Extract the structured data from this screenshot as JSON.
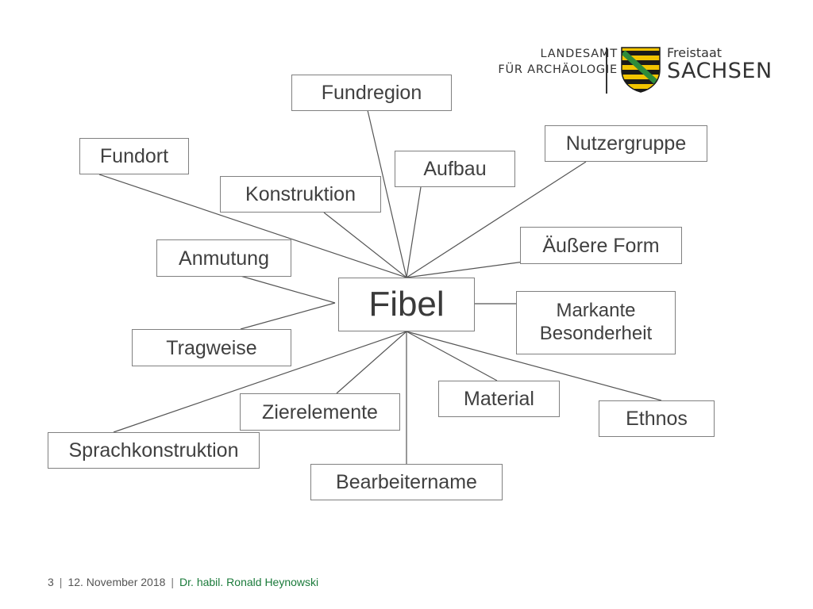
{
  "header": {
    "lfa_line1": "LANDESAMT",
    "lfa_line2": "FÜR ARCHÄOLOGIE",
    "sachsen_line1": "Freistaat",
    "sachsen_line2": "SACHSEN"
  },
  "diagram": {
    "center": "Fibel",
    "nodes": {
      "fundregion": "Fundregion",
      "fundort": "Fundort",
      "nutzergruppe": "Nutzergruppe",
      "aufbau": "Aufbau",
      "konstruktion": "Konstruktion",
      "aeussere_form": "Äußere Form",
      "anmutung": "Anmutung",
      "markante_line1": "Markante",
      "markante_line2": "Besonderheit",
      "tragweise": "Tragweise",
      "material": "Material",
      "zierelemente": "Zierelemente",
      "ethnos": "Ethnos",
      "sprachkonstruktion": "Sprachkonstruktion",
      "bearbeitername": "Bearbeitername"
    }
  },
  "footer": {
    "page": "3",
    "sep1": "|",
    "date": "12. November 2018",
    "sep2": "|",
    "author": "Dr. habil. Ronald Heynowski"
  },
  "colors": {
    "border": "#808080",
    "line": "#555555",
    "footer_author": "#1a7a3a",
    "coat_yellow": "#f2c400",
    "coat_black": "#1a1a1a",
    "coat_green": "#2e8b3a"
  }
}
